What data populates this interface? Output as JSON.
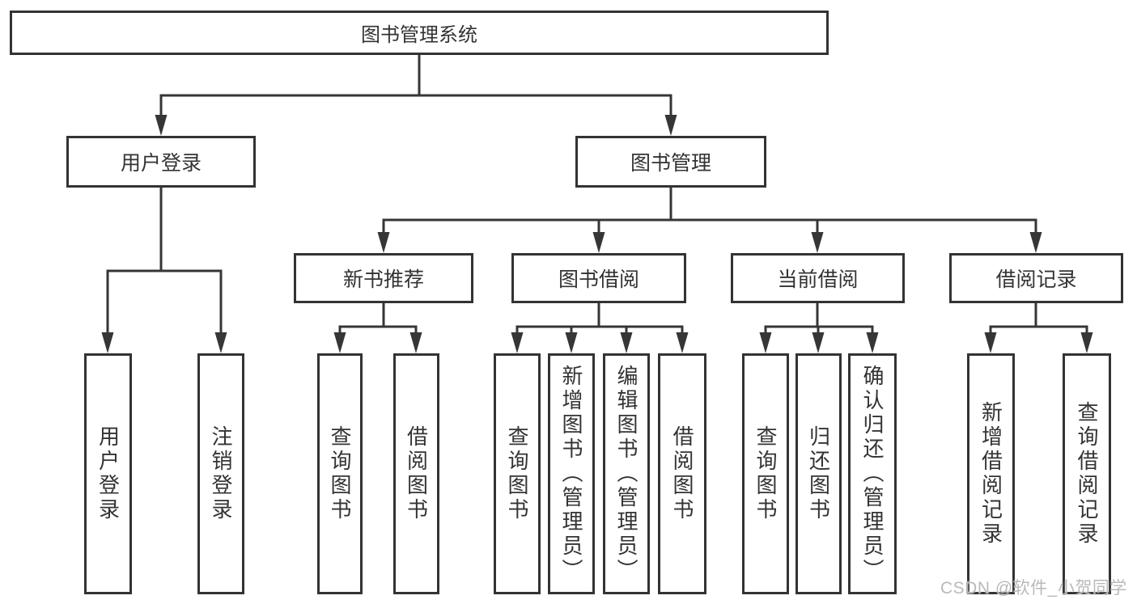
{
  "diagram": {
    "root": {
      "label": "图书管理系统"
    },
    "branches": {
      "user_login": {
        "label": "用户登录",
        "children": {
          "login": {
            "label": "用户登录"
          },
          "logout": {
            "label": "注销登录"
          }
        }
      },
      "book_management": {
        "label": "图书管理",
        "children": {
          "new_book_recommend": {
            "label": "新书推荐",
            "children": {
              "query_books": {
                "label": "查询图书"
              },
              "borrow_books": {
                "label": "借阅图书"
              }
            }
          },
          "book_borrowing": {
            "label": "图书借阅",
            "children": {
              "query_books": {
                "label": "查询图书"
              },
              "add_books": {
                "label": "新增图书（管理员）"
              },
              "edit_books": {
                "label": "编辑图书（管理员）"
              },
              "borrow_books": {
                "label": "借阅图书"
              }
            }
          },
          "current_borrowing": {
            "label": "当前借阅",
            "children": {
              "query_books": {
                "label": "查询图书"
              },
              "return_books": {
                "label": "归还图书"
              },
              "confirm_return": {
                "label": "确认归还（管理员）"
              }
            }
          },
          "borrowing_records": {
            "label": "借阅记录",
            "children": {
              "add_record": {
                "label": "新增借阅记录"
              },
              "query_record": {
                "label": "查询借阅记录"
              }
            }
          }
        }
      }
    }
  },
  "watermark": {
    "text": "CSDN @软件_小贺同学"
  },
  "colors": {
    "line": "#363636",
    "box_border": "#333333",
    "box_background": "#ffffff",
    "text": "#333333",
    "watermark_text": "#b9b9b9",
    "page_background": "#ffffff"
  }
}
